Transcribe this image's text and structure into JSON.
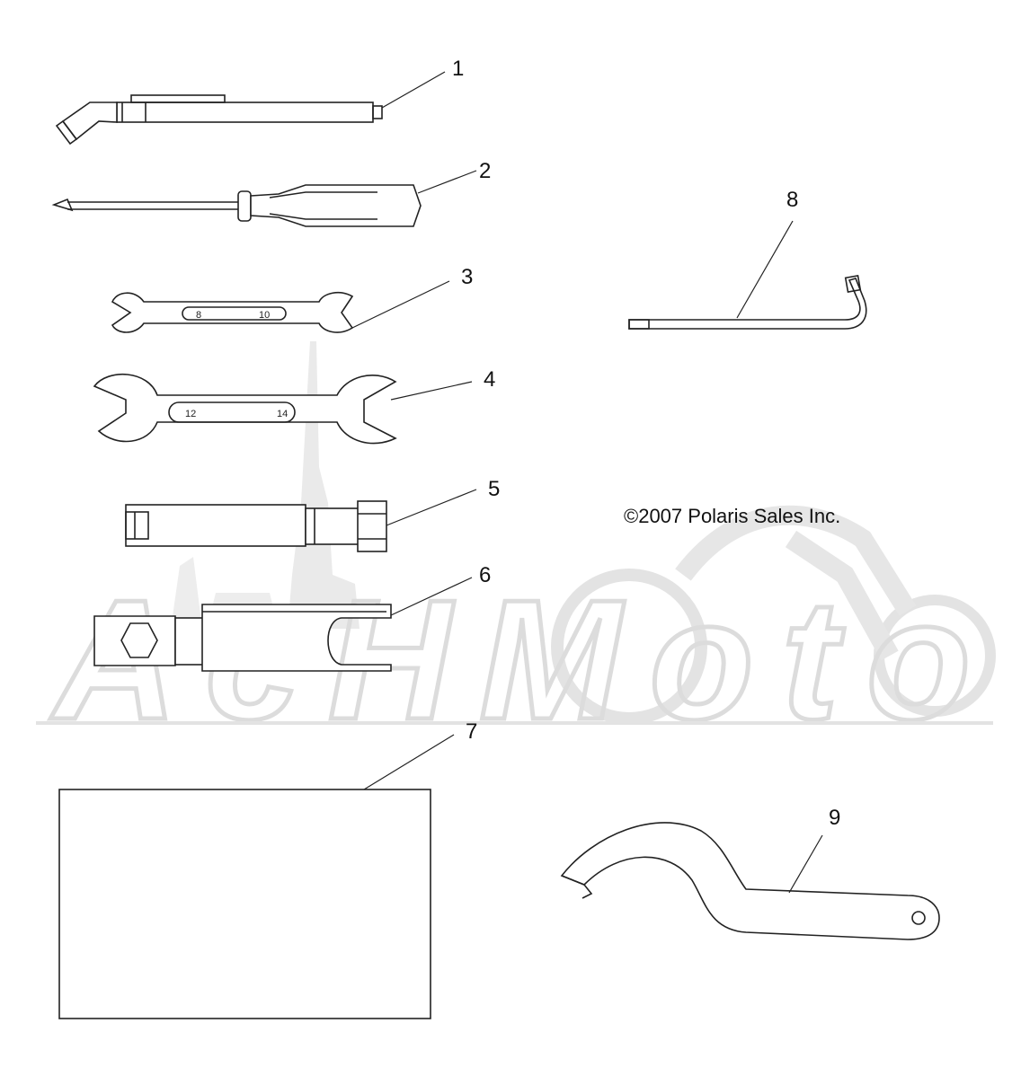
{
  "copyright": "©2007 Polaris Sales Inc.",
  "watermark": {
    "text": "AcHMoto",
    "color": "#d9d9d9"
  },
  "callouts": [
    {
      "id": "1",
      "label": "1",
      "part": "tire-gauge"
    },
    {
      "id": "2",
      "label": "2",
      "part": "screwdriver"
    },
    {
      "id": "3",
      "label": "3",
      "part": "wrench-8-10"
    },
    {
      "id": "4",
      "label": "4",
      "part": "wrench-12-14"
    },
    {
      "id": "5",
      "label": "5",
      "part": "spark-plug-socket"
    },
    {
      "id": "6",
      "label": "6",
      "part": "spark-plug-wrench"
    },
    {
      "id": "7",
      "label": "7",
      "part": "tool-bag"
    },
    {
      "id": "8",
      "label": "8",
      "part": "hex-key"
    },
    {
      "id": "9",
      "label": "9",
      "part": "spanner-wrench"
    }
  ],
  "wrench_small_marks": [
    "8",
    "10"
  ],
  "wrench_large_marks": [
    "12",
    "14"
  ]
}
